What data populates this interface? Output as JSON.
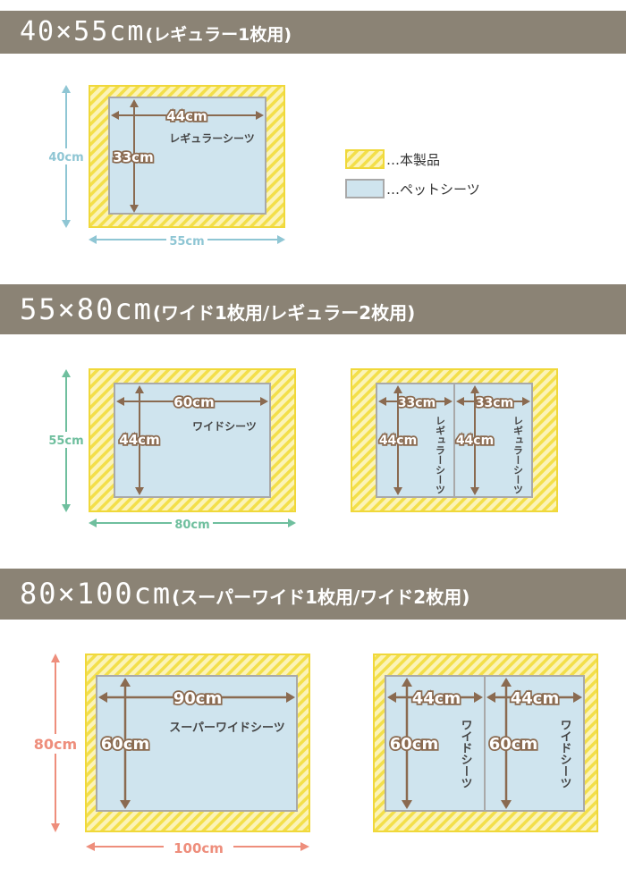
{
  "colors": {
    "band": "#8b8375",
    "frame_yellow": "#f3df4a",
    "sheet_blue": "#cfe4ee",
    "inner_arrow": "#8a6a50",
    "outer_blue": "#8fc6d4",
    "outer_green": "#6fbf9e",
    "outer_red": "#ee8e7c"
  },
  "legend": {
    "product": "…本製品",
    "sheet": "…ペットシーツ"
  },
  "sections": [
    {
      "title_size": "40×55cm",
      "title_note": "(レギュラー1枚用)",
      "outer_height": "40cm",
      "outer_width": "55cm",
      "diagrams": [
        {
          "sheets": [
            {
              "width": "44cm",
              "height": "33cm",
              "name": "レギュラーシーツ"
            }
          ]
        }
      ]
    },
    {
      "title_size": "55×80cm",
      "title_note": "(ワイド1枚用/レギュラー2枚用)",
      "outer_height": "55cm",
      "outer_width": "80cm",
      "diagrams": [
        {
          "sheets": [
            {
              "width": "60cm",
              "height": "44cm",
              "name": "ワイドシーツ"
            }
          ]
        },
        {
          "sheets": [
            {
              "width": "33cm",
              "height": "44cm",
              "name": "レギュラーシーツ"
            },
            {
              "width": "33cm",
              "height": "44cm",
              "name": "レギュラーシーツ"
            }
          ]
        }
      ]
    },
    {
      "title_size": "80×100cm",
      "title_note": "(スーパーワイド1枚用/ワイド2枚用)",
      "outer_height": "80cm",
      "outer_width": "100cm",
      "diagrams": [
        {
          "sheets": [
            {
              "width": "90cm",
              "height": "60cm",
              "name": "スーパーワイドシーツ"
            }
          ]
        },
        {
          "sheets": [
            {
              "width": "44cm",
              "height": "60cm",
              "name": "ワイドシーツ"
            },
            {
              "width": "44cm",
              "height": "60cm",
              "name": "ワイドシーツ"
            }
          ]
        }
      ]
    }
  ]
}
